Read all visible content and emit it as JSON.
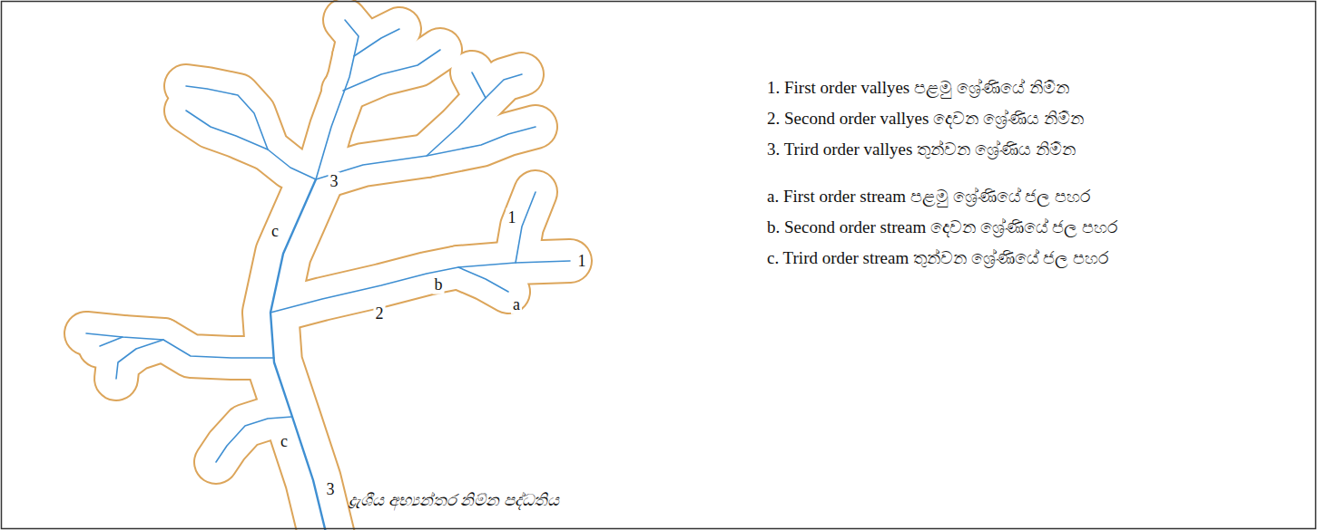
{
  "diagram": {
    "caption": "ද්‍රැශීය අභ්‍යන්තර නිම්න පද්ධතිය",
    "labels": [
      "3",
      "c",
      "1",
      "1",
      "b",
      "2",
      "a",
      "c",
      "3",
      "1. First order vallyes පළමු ශ්‍රේණියේ නිම්න",
      "2. Second order vallyes දෙවන ශ්‍රේණිය නිම්න",
      "3. Trird order vallyes තුන්වන ශ්‍රේණිය නිම්න",
      "a. First order stream පළමු ශ්‍රේණියේ ජල පහර",
      "b. Second order stream දෙවන ශ්‍රේණියේ ජල පහර",
      "c. Trird order stream තුන්වන ශ්‍රේණියේ ජල පහර"
    ]
  }
}
